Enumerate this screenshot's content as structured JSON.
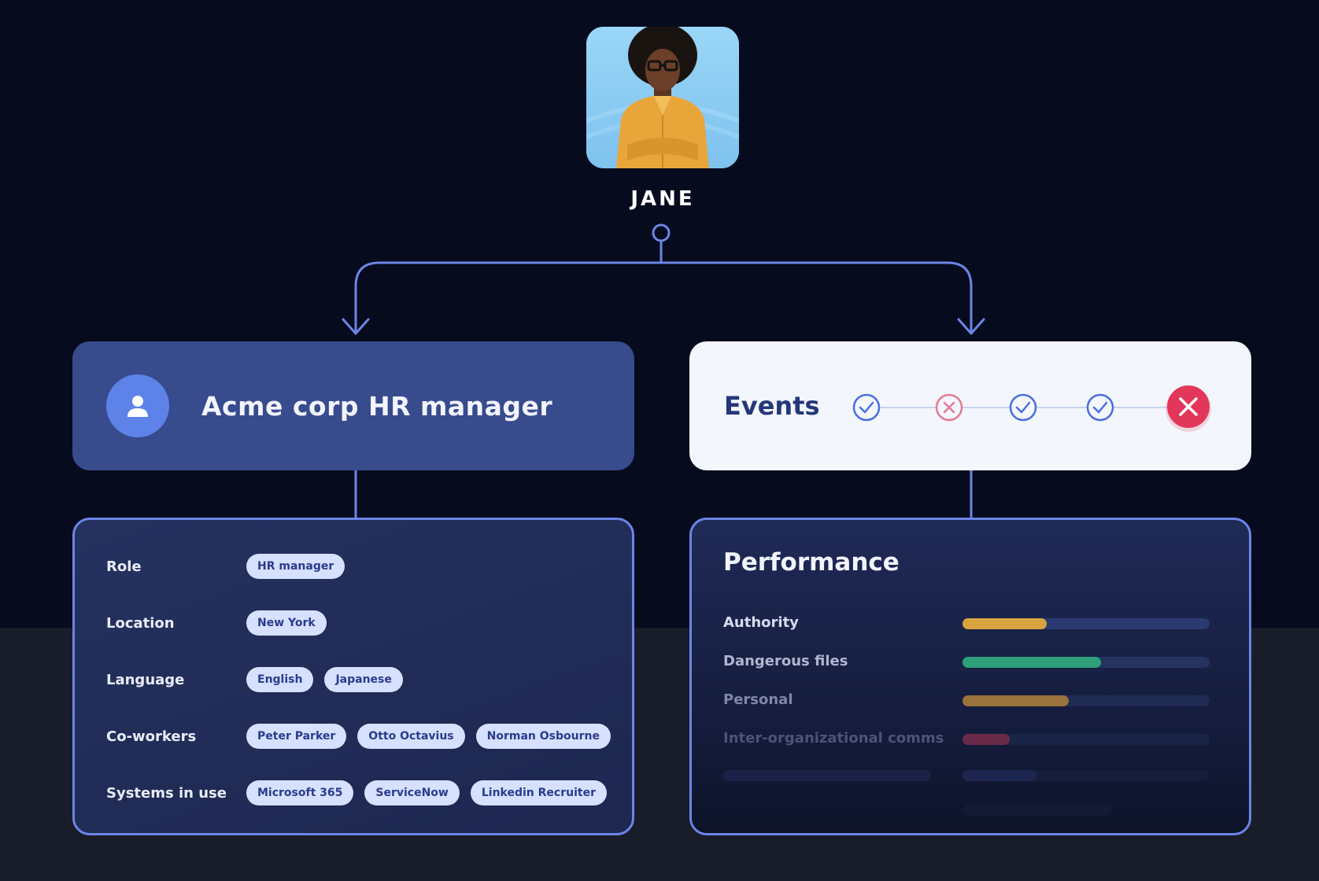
{
  "person": {
    "name": "JANE"
  },
  "role_card": {
    "title": "Acme corp HR manager",
    "icon": "user-icon"
  },
  "events": {
    "title": "Events",
    "statuses": [
      "success",
      "failure",
      "success",
      "success",
      "failure-active"
    ]
  },
  "details": {
    "rows": [
      {
        "label": "Role",
        "chips": [
          "HR manager"
        ]
      },
      {
        "label": "Location",
        "chips": [
          "New York"
        ]
      },
      {
        "label": "Language",
        "chips": [
          "English",
          "Japanese"
        ]
      },
      {
        "label": "Co-workers",
        "chips": [
          "Peter Parker",
          "Otto Octavius",
          "Norman Osbourne"
        ]
      },
      {
        "label": "Systems in use",
        "chips": [
          "Microsoft 365",
          "ServiceNow",
          "Linkedin Recruiter"
        ]
      }
    ]
  },
  "performance": {
    "title": "Performance",
    "metrics": [
      {
        "label": "Authority",
        "value": 0.34,
        "color": "#d9a43f"
      },
      {
        "label": "Dangerous files",
        "value": 0.56,
        "color": "#2f9f7a"
      },
      {
        "label": "Personal",
        "value": 0.43,
        "color": "#c38b35"
      },
      {
        "label": "Inter-organizational comms",
        "value": 0.19,
        "color": "#8c2f4a"
      }
    ]
  },
  "colors": {
    "background": "#060b1e",
    "connector": "#6b85e6",
    "role_card": "#374b8d",
    "chip": "#d6e0ff",
    "event_success": "#4a6fe0",
    "event_failure": "#e57a93",
    "event_failure_active": "#e2375a"
  }
}
